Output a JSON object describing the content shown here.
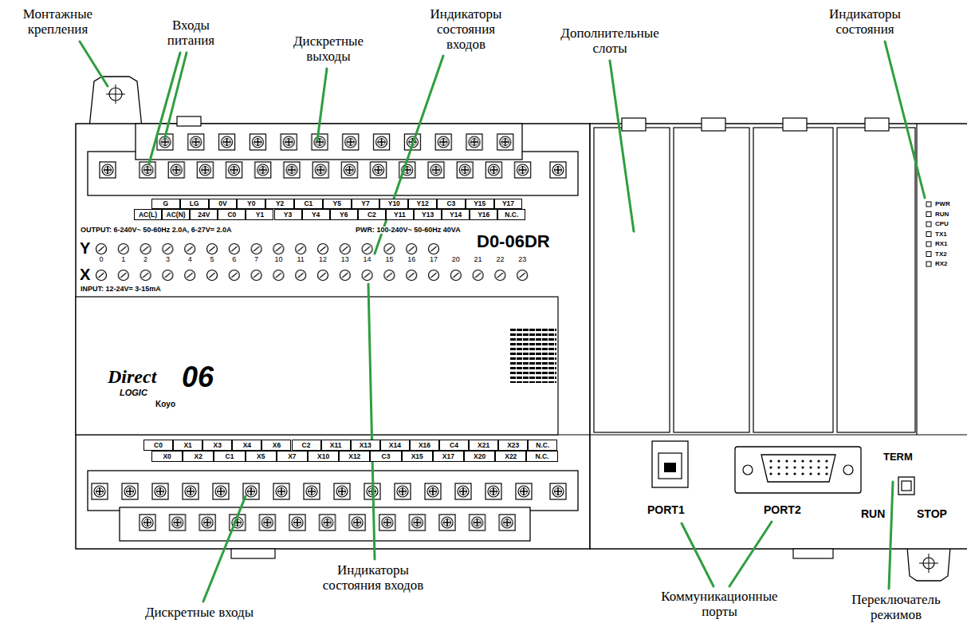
{
  "diagram": {
    "labels": [
      "Монтажные крепления",
      "Входы питания",
      "Дискретные выходы",
      "Индикаторы состояния входов",
      "Дополнительные слоты",
      "Индикаторы состояния",
      "G",
      "LG",
      "0V",
      "Y0",
      "Y2",
      "C1",
      "Y5",
      "Y7",
      "Y10",
      "Y12",
      "C3",
      "Y15",
      "Y17",
      "AC(L)",
      "AC(N)",
      "24V",
      "C0",
      "Y1",
      "Y3",
      "Y4",
      "Y6",
      "C2",
      "Y11",
      "Y13",
      "Y14",
      "Y16",
      "N.C.",
      "OUTPUT: 6-240V~ 50-60Hz 2.0A, 6-27V= 2.0A",
      "PWR: 100-240V~ 50-60Hz 40VA",
      "Y",
      "D0-06DR",
      "0",
      "1",
      "2",
      "3",
      "4",
      "5",
      "6",
      "7",
      "10",
      "11",
      "12",
      "13",
      "14",
      "15",
      "16",
      "17",
      "20",
      "21",
      "22",
      "23",
      "X",
      "INPUT: 12-24V= 3-15mA",
      "Direct",
      "LOGIC",
      "06",
      "Koyo",
      "C0",
      "X1",
      "X3",
      "X4",
      "X6",
      "C2",
      "X11",
      "X13",
      "X14",
      "X16",
      "C4",
      "X21",
      "X23",
      "N.C.",
      "X0",
      "X2",
      "C1",
      "X5",
      "X7",
      "X10",
      "X12",
      "C3",
      "X15",
      "X17",
      "X20",
      "X22",
      "N.C.",
      "PWR",
      "RUN",
      "CPU",
      "TX1",
      "RX1",
      "TX2",
      "RX2",
      "PORT1",
      "PORT2",
      "TERM",
      "RUN",
      "STOP",
      "Дискретные входы",
      "Индикаторы состояния входов",
      "Коммуникационные порты",
      "Переключатель режимов"
    ]
  }
}
